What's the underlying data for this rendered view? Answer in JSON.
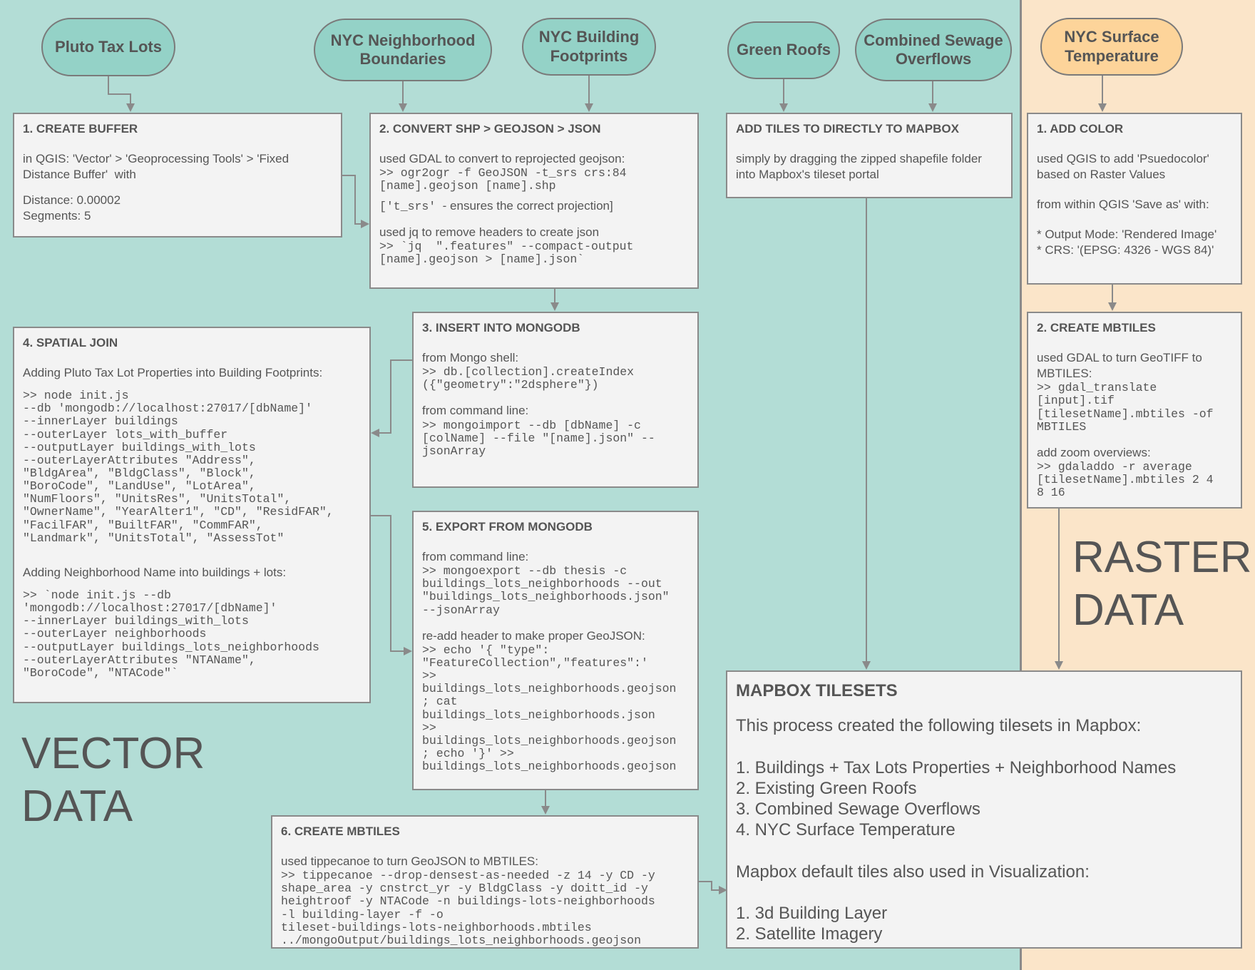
{
  "sources": {
    "pluto": "Pluto Tax Lots",
    "neighborhood": "NYC Neighborhood Boundaries",
    "footprints": "NYC Building Footprints",
    "green_roofs": "Green Roofs",
    "cso": "Combined Sewage Overflows",
    "surface_temp": "NYC Surface Temperature"
  },
  "vector_label": "VECTOR\nDATA",
  "raster_label": "RASTER\nDATA",
  "step1": {
    "title": "1. CREATE BUFFER",
    "text1": "in QGIS: 'Vector' > 'Geoprocessing Tools' > 'Fixed Distance Buffer'  with",
    "text2": "Distance: 0.00002\nSegments: 5"
  },
  "step2": {
    "title": "2. CONVERT SHP > GEOJSON > JSON",
    "text1": "used GDAL to convert to reprojected geojson:",
    "code1": ">> ogr2ogr -f GeoJSON -t_srs crs:84 [name].geojson [name].shp",
    "note_code": "['t_srs'",
    "note_text": "  - ensures the correct projection]",
    "text2": "used jq to remove headers to create json",
    "code2": ">> `jq  \".features\" --compact-output [name].geojson > [name].json`"
  },
  "step3": {
    "title": "3. INSERT INTO MONGODB",
    "text1": "from Mongo shell:",
    "code1": ">> db.[collection].createIndex ({\"geometry\":\"2dsphere\"})",
    "text2": "from command line:",
    "code2": ">> mongoimport --db [dbName] -c [colName] --file \"[name].json\" --jsonArray"
  },
  "step4": {
    "title": "4. SPATIAL JOIN",
    "text1": "Adding Pluto Tax Lot Properties into Building Footprints:",
    "code1": ">> node init.js\n--db 'mongodb://localhost:27017/[dbName]'\n--innerLayer buildings\n--outerLayer lots_with_buffer\n--outputLayer buildings_with_lots\n--outerLayerAttributes \"Address\",\n\"BldgArea\", \"BldgClass\", \"Block\",\n\"BoroCode\", \"LandUse\", \"LotArea\",\n\"NumFloors\", \"UnitsRes\", \"UnitsTotal\",\n\"OwnerName\", \"YearAlter1\", \"CD\", \"ResidFAR\",\n\"FacilFAR\", \"BuiltFAR\", \"CommFAR\",\n\"Landmark\", \"UnitsTotal\", \"AssessTot\"",
    "text2": "Adding Neighborhood Name into buildings + lots:",
    "code2": ">> `node init.js --db\n'mongodb://localhost:27017/[dbName]'\n--innerLayer buildings_with_lots\n--outerLayer neighborhoods\n--outputLayer buildings_lots_neighborhoods\n--outerLayerAttributes \"NTAName\",\n\"BoroCode\", \"NTACode\"`"
  },
  "step5": {
    "title": "5. EXPORT FROM MONGODB",
    "text1": "from command line:",
    "code1": ">> mongoexport --db thesis -c\nbuildings_lots_neighborhoods --out\n\"buildings_lots_neighborhoods.json\"\n--jsonArray",
    "text2": "re-add header to make proper GeoJSON:",
    "code2": ">> echo '{ \"type\":\n\"FeatureCollection\",\"features\":'\n>>\nbuildings_lots_neighborhoods.geojson\n; cat\nbuildings_lots_neighborhoods.json\n>>\nbuildings_lots_neighborhoods.geojson\n; echo '}' >>\nbuildings_lots_neighborhoods.geojson"
  },
  "step6": {
    "title": "6. CREATE MBTILES",
    "text1": "used tippecanoe to turn GeoJSON to MBTILES:",
    "code1": ">> tippecanoe --drop-densest-as-needed -z 14 -y CD -y\nshape_area -y cnstrct_yr -y BldgClass -y doitt_id -y\nheightroof -y NTACode -n buildings-lots-neighborhoods\n-l building-layer -f -o\ntileset-buildings-lots-neighborhoods.mbtiles\n../mongoOutput/buildings_lots_neighborhoods.geojson"
  },
  "tiles_step": {
    "title": "ADD TILES TO DIRECTLY TO MAPBOX",
    "text1": "simply by dragging the zipped shapefile folder into Mapbox's tileset portal"
  },
  "raster1": {
    "title": "1. ADD COLOR",
    "text1": "used QGIS to add 'Psuedocolor' based on Raster Values",
    "text2": "from within QGIS 'Save as' with:",
    "text3": "* Output Mode: 'Rendered Image'\n* CRS: '(EPSG: 4326 - WGS 84)'"
  },
  "raster2": {
    "title": "2. CREATE MBTILES",
    "text1": "used GDAL to turn GeoTIFF to MBTILES:",
    "code1": ">> gdal_translate\n[input].tif\n[tilesetName].mbtiles -of\nMBTILES",
    "text2": "add zoom overviews:",
    "code2": ">> gdaladdo -r average\n[tilesetName].mbtiles 2 4\n8 16"
  },
  "mapbox": {
    "title": "MAPBOX TILESETS",
    "intro": "This process created the following tilesets in Mapbox:",
    "tilesets": [
      "1. Buildings + Tax Lots Properties + Neighborhood Names",
      "2. Existing Green Roofs",
      "3. Combined Sewage Overflows",
      "4. NYC Surface Temperature"
    ],
    "default_intro": "Mapbox default tiles also used in Visualization:",
    "defaults": [
      "1. 3d Building Layer",
      "2. Satellite Imagery"
    ]
  }
}
